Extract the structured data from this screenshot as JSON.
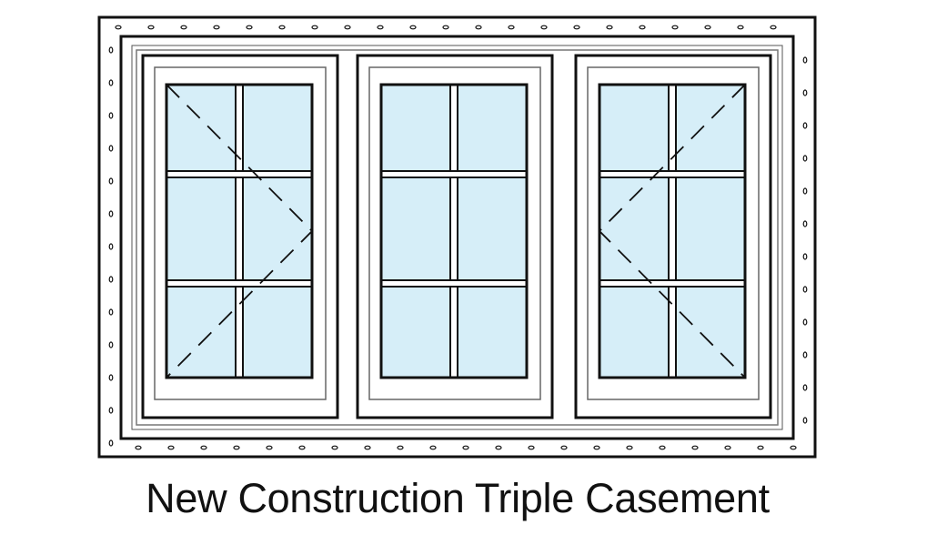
{
  "caption": "New Construction Triple Casement",
  "colors": {
    "glass": "#d6eef8",
    "stroke": "#111111",
    "thin": "#777777"
  },
  "windows": [
    {
      "name": "left-casement-sash",
      "type": "casement",
      "hinge": "left"
    },
    {
      "name": "center-fixed-sash",
      "type": "fixed"
    },
    {
      "name": "right-casement-sash",
      "type": "casement",
      "hinge": "right"
    }
  ]
}
